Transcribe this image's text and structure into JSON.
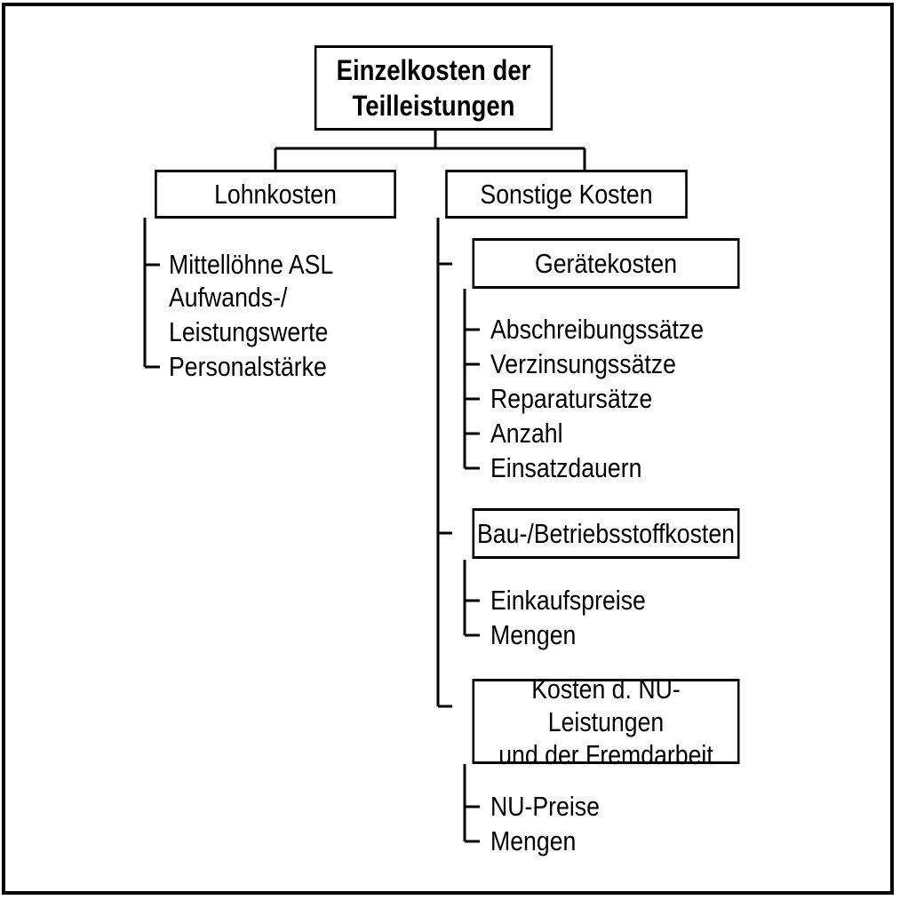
{
  "root": {
    "label": "Einzelkosten der\nTeilleistungen"
  },
  "lohnkosten": {
    "label": "Lohnkosten",
    "items": [
      "Mittellöhne ASL",
      "Aufwands-/",
      "Leistungswerte",
      "Personalstärke"
    ]
  },
  "sonstige": {
    "label": "Sonstige Kosten",
    "geraete": {
      "label": "Gerätekosten",
      "items": [
        "Abschreibungssätze",
        "Verzinsungssätze",
        "Reparatursätze",
        "Anzahl",
        "Einsatzdauern"
      ]
    },
    "baustoff": {
      "label": "Bau-/Betriebsstoffkosten",
      "items": [
        "Einkaufspreise",
        "Mengen"
      ]
    },
    "nu": {
      "label": "Kosten d. NU-Leistungen\nund der Fremdarbeit",
      "items": [
        "NU-Preise",
        "Mengen"
      ]
    }
  }
}
